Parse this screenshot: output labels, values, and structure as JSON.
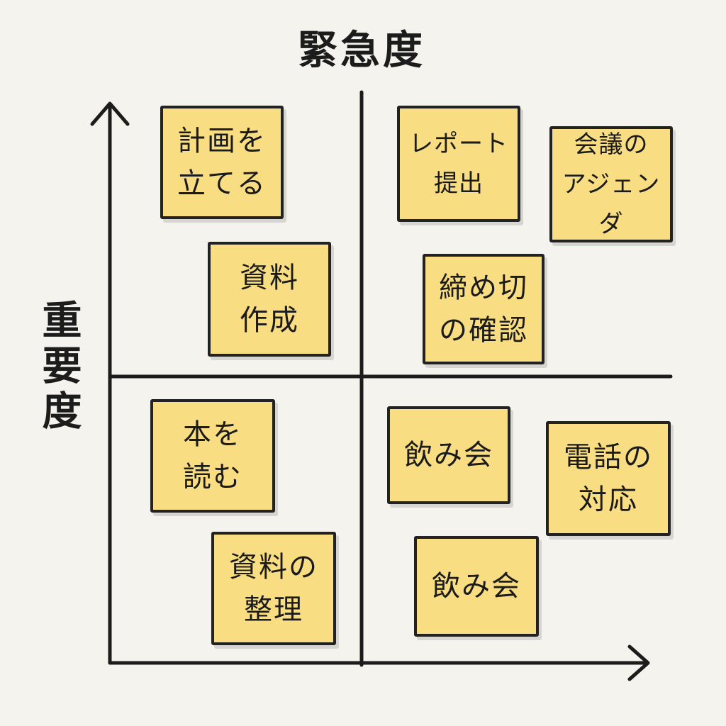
{
  "axes": {
    "x_title": "緊急度",
    "y_title": "重要度"
  },
  "notes": {
    "plan": {
      "label": "計画を\n立てる"
    },
    "create_material": {
      "label": "資料\n作成"
    },
    "report_submit": {
      "label": "レポート\n提出"
    },
    "meeting_agenda": {
      "label": "会議の\nアジェンダ"
    },
    "deadline_check": {
      "label": "締め切\nの確認"
    },
    "read_book": {
      "label": "本を\n読む"
    },
    "organize_material": {
      "label": "資料の\n整理"
    },
    "drinking_party_1": {
      "label": "飲み会"
    },
    "phone_response": {
      "label": "電話の\n対応"
    },
    "drinking_party_2": {
      "label": "飲み会"
    }
  },
  "colors": {
    "background": "#f4f3ee",
    "note_fill": "#f9dd82",
    "stroke": "#222222"
  }
}
